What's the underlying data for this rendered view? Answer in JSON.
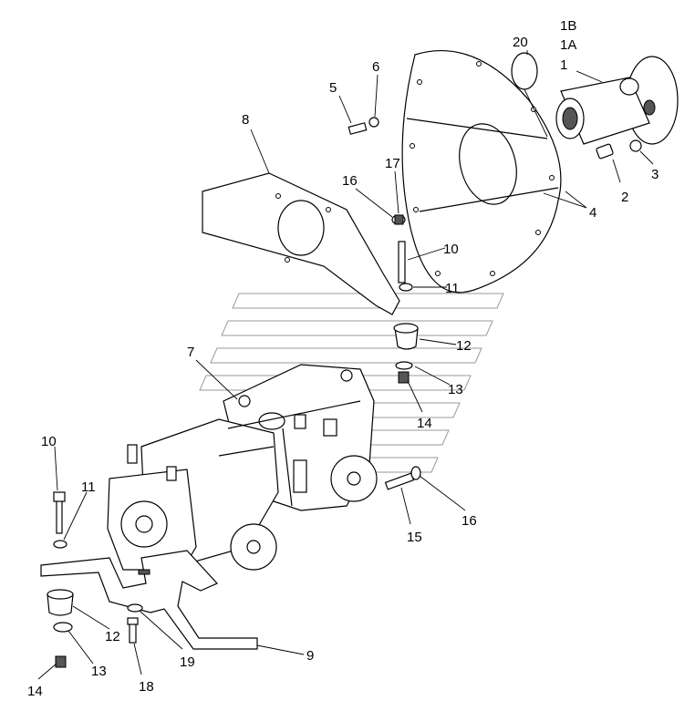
{
  "diagram": {
    "type": "exploded-parts-view",
    "callouts": [
      "1B",
      "1A",
      "1",
      "20",
      "5",
      "6",
      "8",
      "17",
      "16",
      "2",
      "3",
      "4",
      "10",
      "11",
      "12",
      "13",
      "14",
      "7",
      "10",
      "11",
      "15",
      "16",
      "12",
      "13",
      "14",
      "18",
      "19",
      "9"
    ]
  }
}
